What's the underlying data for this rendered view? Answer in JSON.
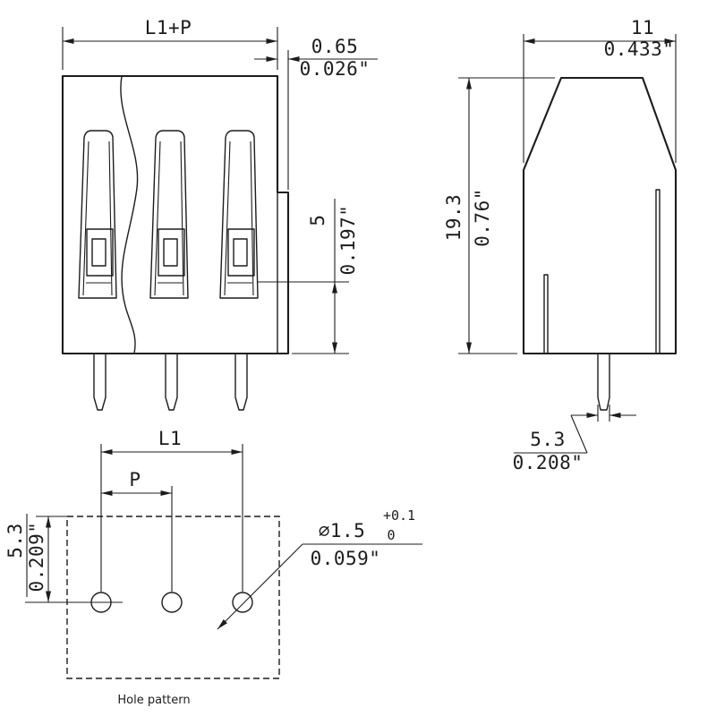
{
  "front_view": {
    "dim_l1p": "L1+P",
    "dim_offset_mm": "0.65",
    "dim_offset_in": "0.026\"",
    "dim_clamp_mm": "5",
    "dim_clamp_in": "0.197\""
  },
  "side_view": {
    "dim_width_mm": "11",
    "dim_width_in": "0.433\"",
    "dim_height_mm": "19.3",
    "dim_height_in": "0.76\"",
    "dim_pin_mm": "5.3",
    "dim_pin_in": "0.208\""
  },
  "hole_pattern": {
    "dim_l1": "L1",
    "dim_p": "P",
    "dim_edge_mm": "5.3",
    "dim_edge_in": "0.209\"",
    "hole_dia_mm": "⌀1.5",
    "hole_tol_plus": "+0.1",
    "hole_tol_minus": "0",
    "hole_dia_in": "0.059\"",
    "caption": "Hole pattern"
  }
}
